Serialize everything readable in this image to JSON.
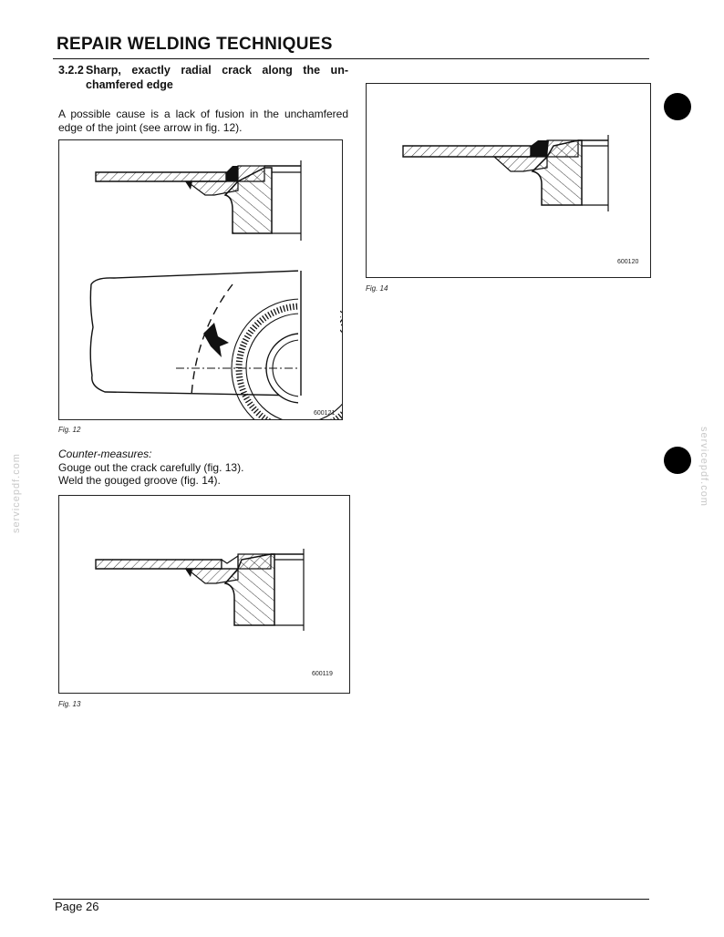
{
  "header": {
    "title": "REPAIR WELDING TECHNIQUES"
  },
  "section": {
    "number": "3.2.2",
    "title": "Sharp, exactly radial crack along the un-chamfered edge"
  },
  "intro_text": "A possible cause is a lack of fusion in the unchamfered edge of the joint (see arrow in fig. 12).",
  "countermeasures": {
    "title": "Counter-measures:",
    "lines": [
      "Gouge out the crack carefully (fig. 13).",
      "Weld the gouged groove (fig. 14)."
    ]
  },
  "figures": {
    "fig12": {
      "label": "Fig. 12",
      "code": "600121"
    },
    "fig13": {
      "label": "Fig. 13",
      "code": "600119"
    },
    "fig14": {
      "label": "Fig. 14",
      "code": "600120"
    }
  },
  "footer": {
    "page": "Page 26"
  },
  "watermark": "servicepdf.com"
}
